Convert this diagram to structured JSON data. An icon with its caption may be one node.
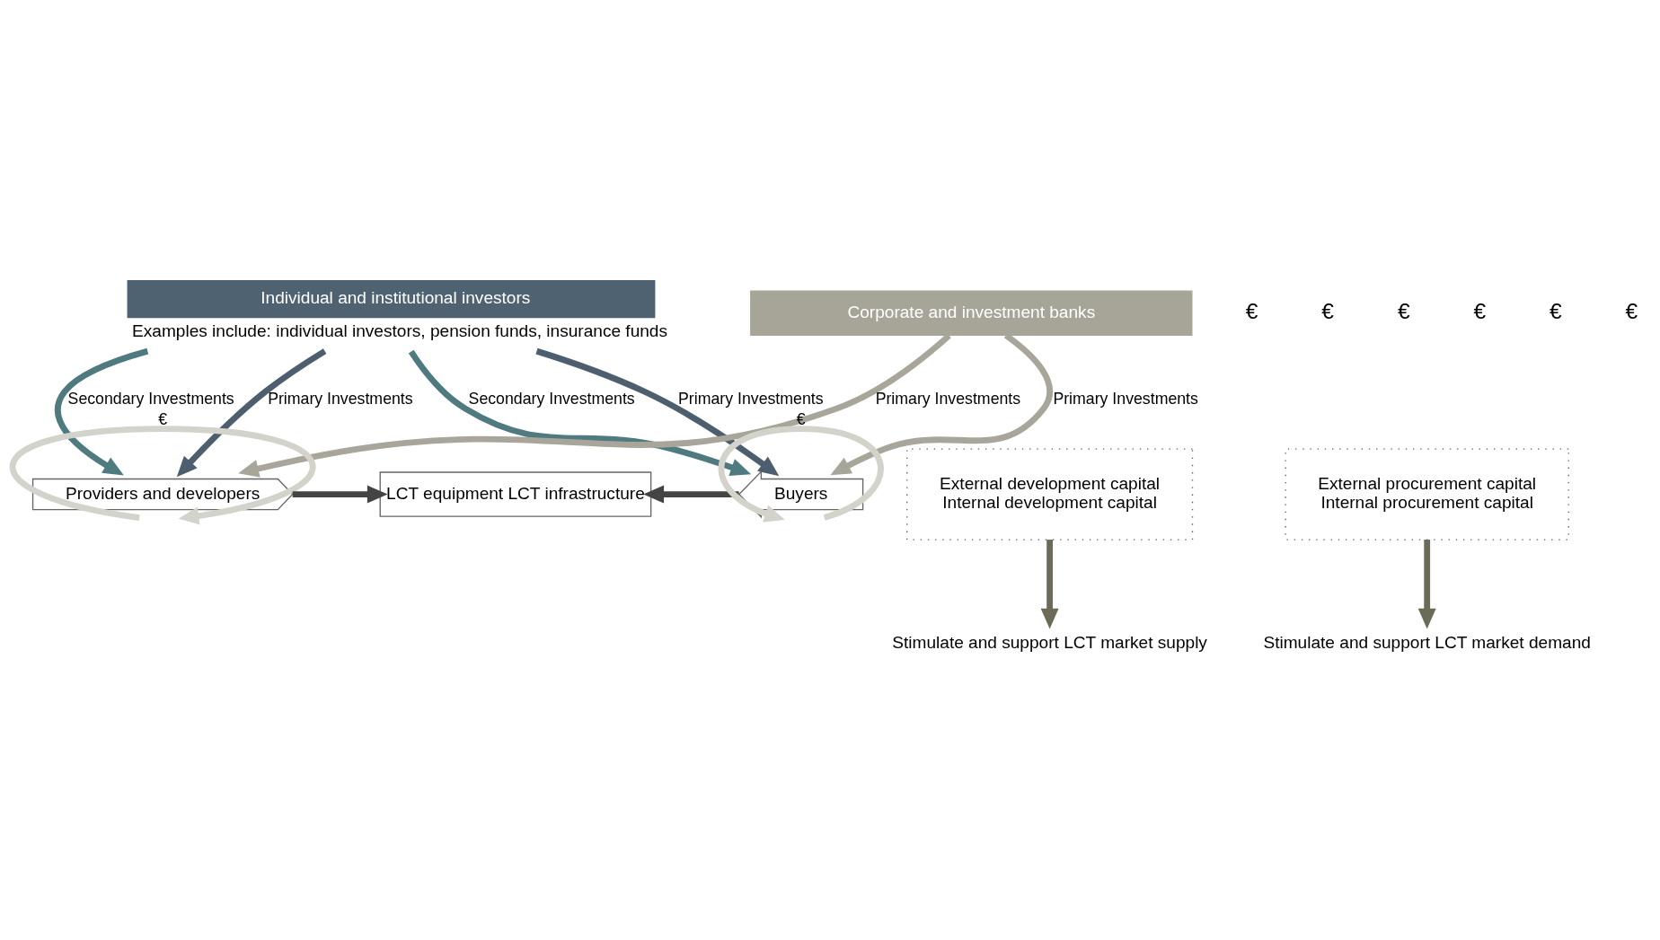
{
  "diagram": {
    "nodes": [
      {
        "text": [
          "Individual and institutional investors"
        ],
        "beside": [
          "Examples include: individual investors, pension funds, insurance funds"
        ]
      },
      {
        "text": [
          "Corporate and investment banks"
        ]
      },
      {
        "text": [
          "External development capital",
          "Internal development capital"
        ]
      },
      {
        "text": [
          "Providers and developers"
        ]
      },
      {
        "text": [
          "LCT equipment LCT infrastructure"
        ]
      },
      {
        "text": [
          "External procurement capital",
          "Internal procurement capital"
        ]
      },
      {
        "text": [
          "Buyers"
        ]
      },
      {
        "text": [
          "Stimulate and support LCT market supply"
        ]
      },
      {
        "text": [
          "Stimulate and support LCT market demand"
        ]
      }
    ],
    "edges": [
      {
        "from": 0,
        "to": 3,
        "arrow": "to",
        "label": "Primary Investments",
        "color": "#4d5f6e"
      },
      {
        "from": 0,
        "to": 3,
        "arrow": "to",
        "label": "Secondary Investments",
        "color": "#4f7a80"
      },
      {
        "from": 1,
        "to": 3,
        "arrow": "to",
        "label": "Primary Investments",
        "color": "#a8a69a"
      },
      {
        "from": 1,
        "to": 6,
        "arrow": "to",
        "label": "Primary Investments",
        "color": "#a8a69a"
      },
      {
        "from": 0,
        "to": 6,
        "arrow": "to",
        "label": "Secondary Investments",
        "color": "#4f7a80"
      },
      {
        "from": 0,
        "to": 6,
        "arrow": "to",
        "label": "Primary Investments",
        "color": "#4d5f6e"
      },
      {
        "from": 3,
        "to": 3,
        "arrow": "to",
        "label": "€",
        "color": "#d3d3cb"
      },
      {
        "from": 6,
        "to": 6,
        "arrow": "to",
        "label": "€",
        "color": "#d3d3cb"
      },
      {
        "from": 3,
        "to": 4,
        "arrow": "to"
      },
      {
        "from": 6,
        "to": 4,
        "arrow": "to"
      },
      {
        "from": 2,
        "to": 7,
        "arrow": "to",
        "color": "#6b6b57"
      },
      {
        "from": 5,
        "to": 8,
        "arrow": "to",
        "color": "#6b6b57"
      }
    ],
    "labels": [
      "€",
      "€",
      "€",
      "€",
      "€",
      "€"
    ]
  }
}
